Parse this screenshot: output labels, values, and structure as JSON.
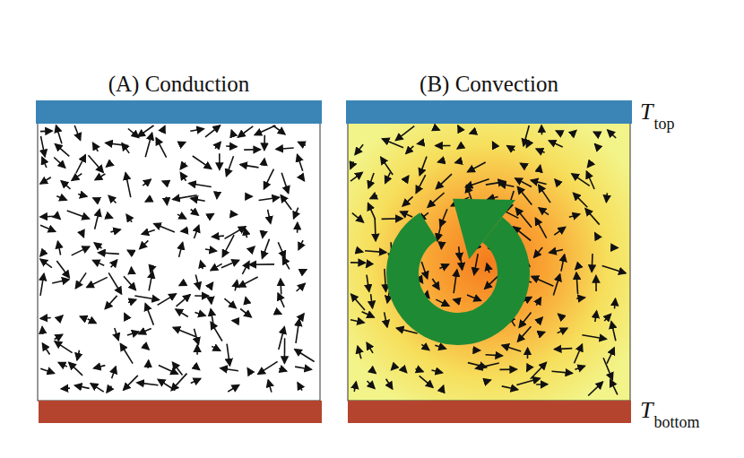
{
  "diagram": {
    "nodes": [
      {
        "text": [
          "(A) Conduction"
        ]
      },
      {
        "text": [
          "(B) Convection"
        ]
      }
    ],
    "labels": [
      "T",
      "top",
      "T",
      "bottom"
    ]
  }
}
